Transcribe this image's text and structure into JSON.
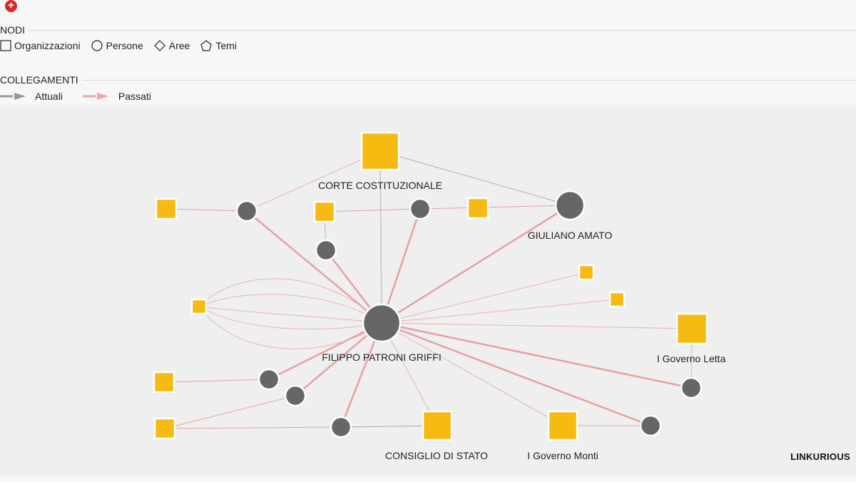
{
  "legend": {
    "add_symbol": "+",
    "nodes_title": "NODI",
    "node_types": [
      {
        "shape": "square",
        "label": "Organizzazioni"
      },
      {
        "shape": "circle",
        "label": "Persone"
      },
      {
        "shape": "diamond",
        "label": "Aree"
      },
      {
        "shape": "pentagon",
        "label": "Temi"
      }
    ],
    "links_title": "COLLEGAMENTI",
    "link_types": [
      {
        "label": "Attuali",
        "color": "#999999"
      },
      {
        "label": "Passati",
        "color": "#eea6a6"
      }
    ]
  },
  "colors": {
    "organization": "#f5bb12",
    "person": "#666666",
    "current_link": "#b0b0b0",
    "past_link": "#e8a0a0"
  },
  "graph": {
    "labels": {
      "corte": "CORTE COSTITUZIONALE",
      "amato": "GIULIANO AMATO",
      "filippo": "FILIPPO PATRONI GRIFFI",
      "letta": "I Governo Letta",
      "stato": "CONSIGLIO DI STATO",
      "monti": "I Governo Monti"
    }
  },
  "brand": "LINKURIOUS"
}
